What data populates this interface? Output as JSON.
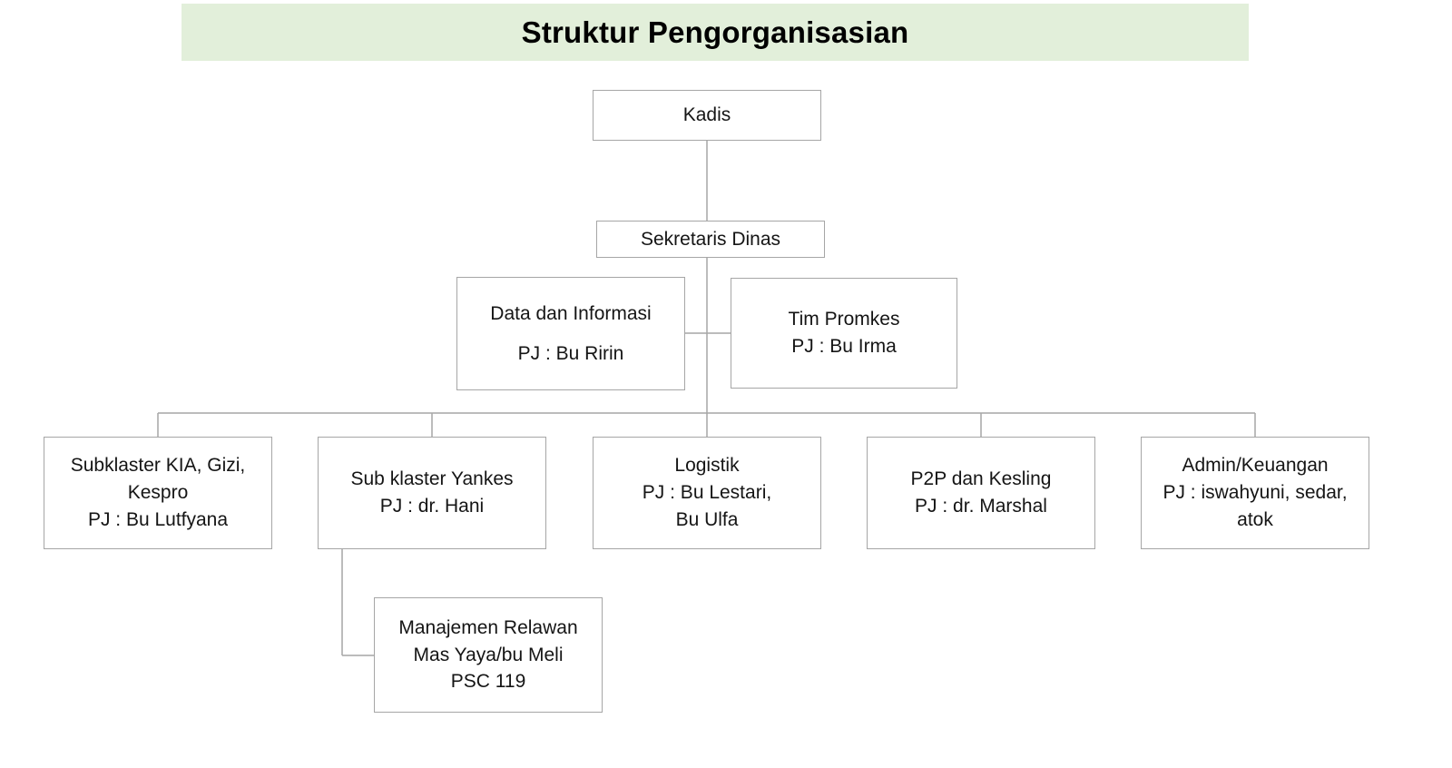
{
  "title": "Struktur Pengorganisasian",
  "colors": {
    "title_bg": "#e2efda",
    "border": "#a6a6a6",
    "line": "#a6a6a6"
  },
  "nodes": {
    "kadis": {
      "line1": "Kadis"
    },
    "sekretaris_dinas": {
      "line1": "Sekretaris Dinas"
    },
    "data_informasi": {
      "line1": "Data dan Informasi",
      "line2": "PJ : Bu Ririn"
    },
    "tim_promkes": {
      "line1": "Tim Promkes",
      "line2": "PJ : Bu Irma"
    },
    "subklaster_kia": {
      "line1": "Subklaster KIA, Gizi,",
      "line2": "Kespro",
      "line3": "PJ : Bu Lutfyana"
    },
    "sub_klaster_yankes": {
      "line1": "Sub klaster Yankes",
      "line2": "PJ : dr. Hani"
    },
    "logistik": {
      "line1": "Logistik",
      "line2": "PJ : Bu Lestari,",
      "line3": "Bu Ulfa"
    },
    "p2p_kesling": {
      "line1": "P2P dan Kesling",
      "line2": "PJ : dr. Marshal"
    },
    "admin_keuangan": {
      "line1": "Admin/Keuangan",
      "line2": "PJ : iswahyuni, sedar,",
      "line3": "atok"
    },
    "manajemen_relawan": {
      "line1": "Manajemen Relawan",
      "line2": "Mas Yaya/bu Meli",
      "line3": "PSC 119"
    }
  }
}
